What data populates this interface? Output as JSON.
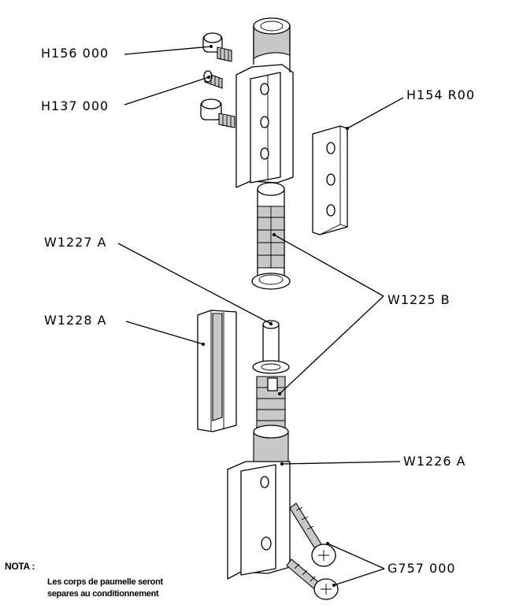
{
  "labels": {
    "h156": "H156 000",
    "h137": "H137 000",
    "h154": "H154 R00",
    "w1227": "W1227 A",
    "w1225": "W1225 B",
    "w1228": "W1228 A",
    "w1226": "W1226 A",
    "g757": "G757 000"
  },
  "note": {
    "title": "NOTA :",
    "line1": "Les corps de paumelle seront",
    "line2": "separes au conditionnement"
  }
}
